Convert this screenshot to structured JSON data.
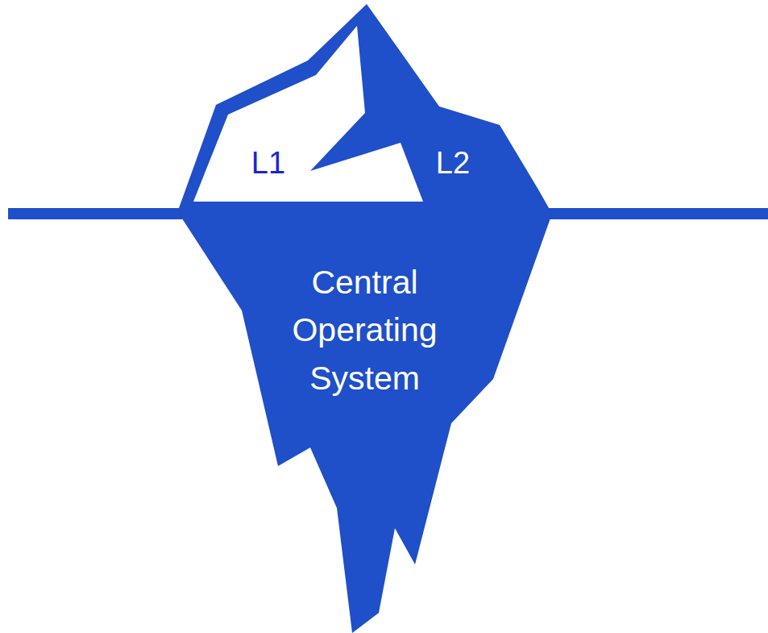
{
  "diagram": {
    "labels": [
      "L1",
      "L2",
      "Central Operating System"
    ]
  }
}
